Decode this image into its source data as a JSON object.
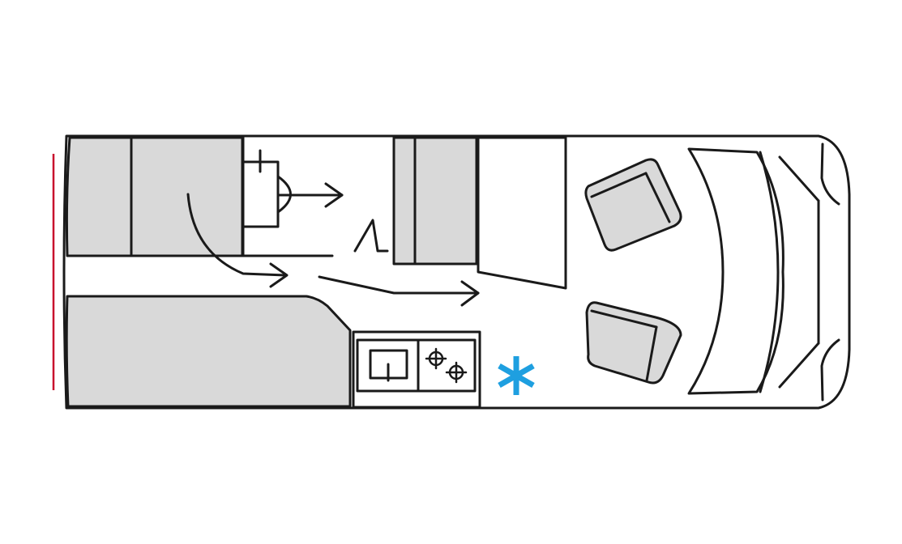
{
  "diagram": {
    "kind": "campervan floor plan (top view)",
    "colors": {
      "outline": "#1a1a1a",
      "furniture_fill": "#d9d9d9",
      "background": "#ffffff",
      "rear_door_marker": "#c8102e",
      "heater_symbol": "#1e9fe0"
    },
    "icons": {
      "heater": "snowflake-asterisk-icon",
      "burner": "crosshair-burner-icon",
      "flow": "arrow-right-icon"
    },
    "areas": [
      "rear-bed-left",
      "rear-bed-right",
      "rear-lounge-bench",
      "toilet",
      "wardrobe",
      "side-cabinet",
      "kitchen-sink",
      "kitchen-hob",
      "driver-seat",
      "passenger-seat",
      "dashboard",
      "walkway-arrows"
    ]
  }
}
